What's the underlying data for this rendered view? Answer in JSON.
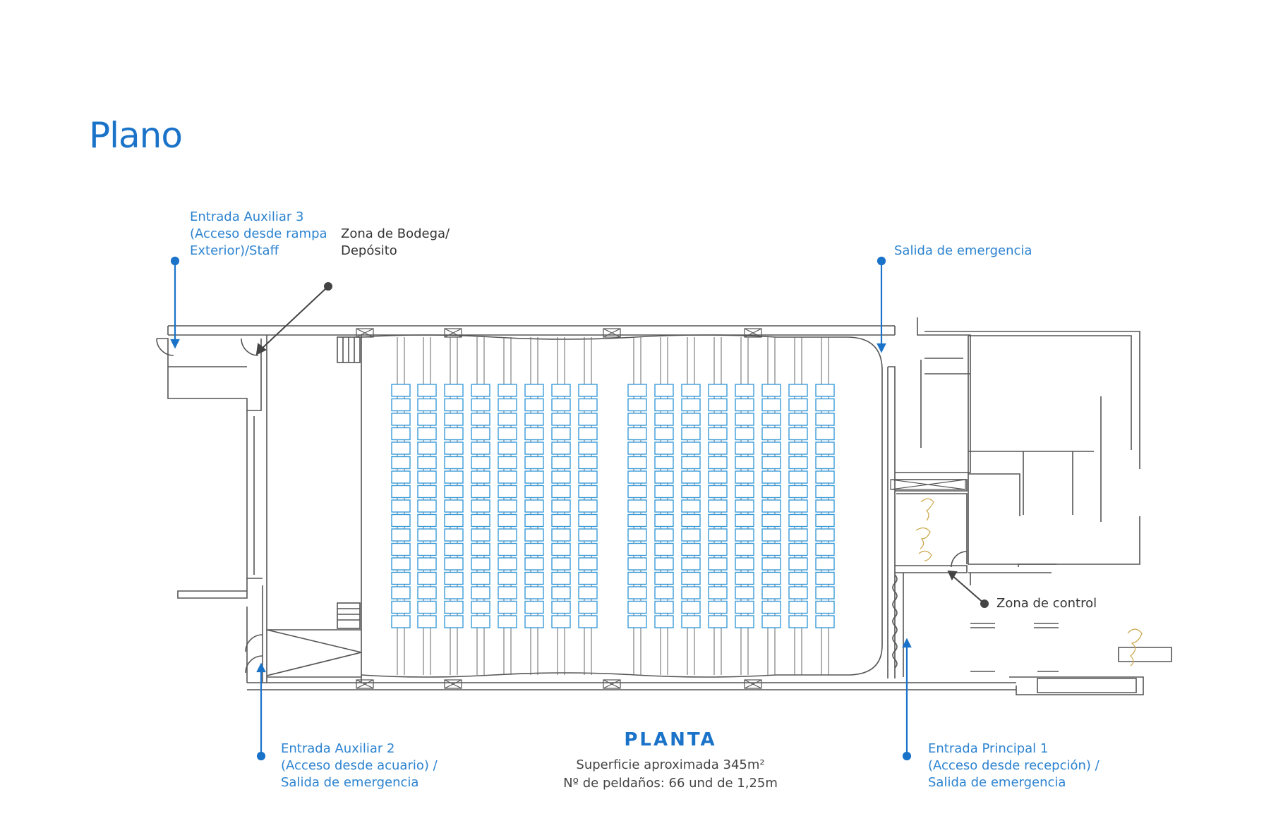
{
  "title": "Plano",
  "labels": {
    "entrada_aux3": [
      "Entrada Auxiliar 3",
      "(Acceso desde rampa",
      "Exterior)/Staff"
    ],
    "bodega": [
      "Zona de Bodega/",
      "Depósito"
    ],
    "salida_emergencia": [
      "Salida de emergencia"
    ],
    "zona_control": [
      "Zona de control"
    ],
    "entrada_aux2": [
      "Entrada Auxiliar 2",
      "(Acceso desde acuario) /",
      "Salida de emergencia"
    ],
    "entrada_principal": [
      "Entrada Principal 1",
      "(Acceso desde recepción) /",
      "Salida de emergencia"
    ]
  },
  "planta": {
    "title": "PLANTA",
    "superficie": "Superficie aproximada 345m²",
    "peldanos": "Nº de peldaños: 66 und de 1,25m"
  },
  "colors": {
    "accent": "#1a73c9",
    "seat": "#3a9bd8",
    "wall": "#555555"
  },
  "seating": {
    "columns_left_block": 8,
    "columns_right_block": 8,
    "rows": 17
  }
}
